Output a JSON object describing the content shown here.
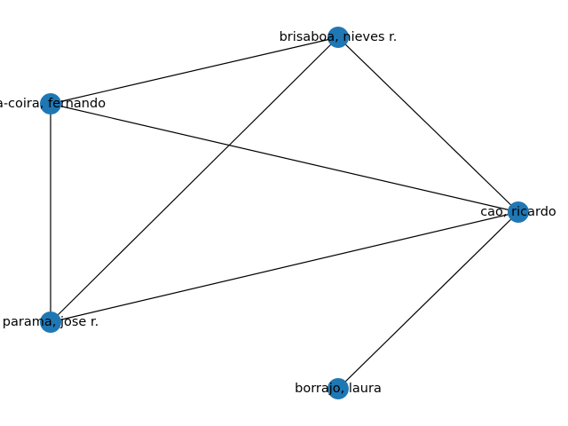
{
  "graph": {
    "node_color": "#1f77b4",
    "edge_color": "#000000",
    "nodes": [
      {
        "id": "brisaboa",
        "label": "brisaboa, nieves r."
      },
      {
        "id": "fernando",
        "label": "a-coira, fernando"
      },
      {
        "id": "cao",
        "label": "cao, ricardo"
      },
      {
        "id": "parama",
        "label": "parama, jose r."
      },
      {
        "id": "borrajo",
        "label": "borrajo, laura"
      }
    ],
    "edges": [
      {
        "source": "brisaboa",
        "target": "fernando"
      },
      {
        "source": "brisaboa",
        "target": "parama"
      },
      {
        "source": "brisaboa",
        "target": "cao"
      },
      {
        "source": "fernando",
        "target": "cao"
      },
      {
        "source": "fernando",
        "target": "parama"
      },
      {
        "source": "parama",
        "target": "cao"
      },
      {
        "source": "cao",
        "target": "borrajo"
      }
    ]
  }
}
